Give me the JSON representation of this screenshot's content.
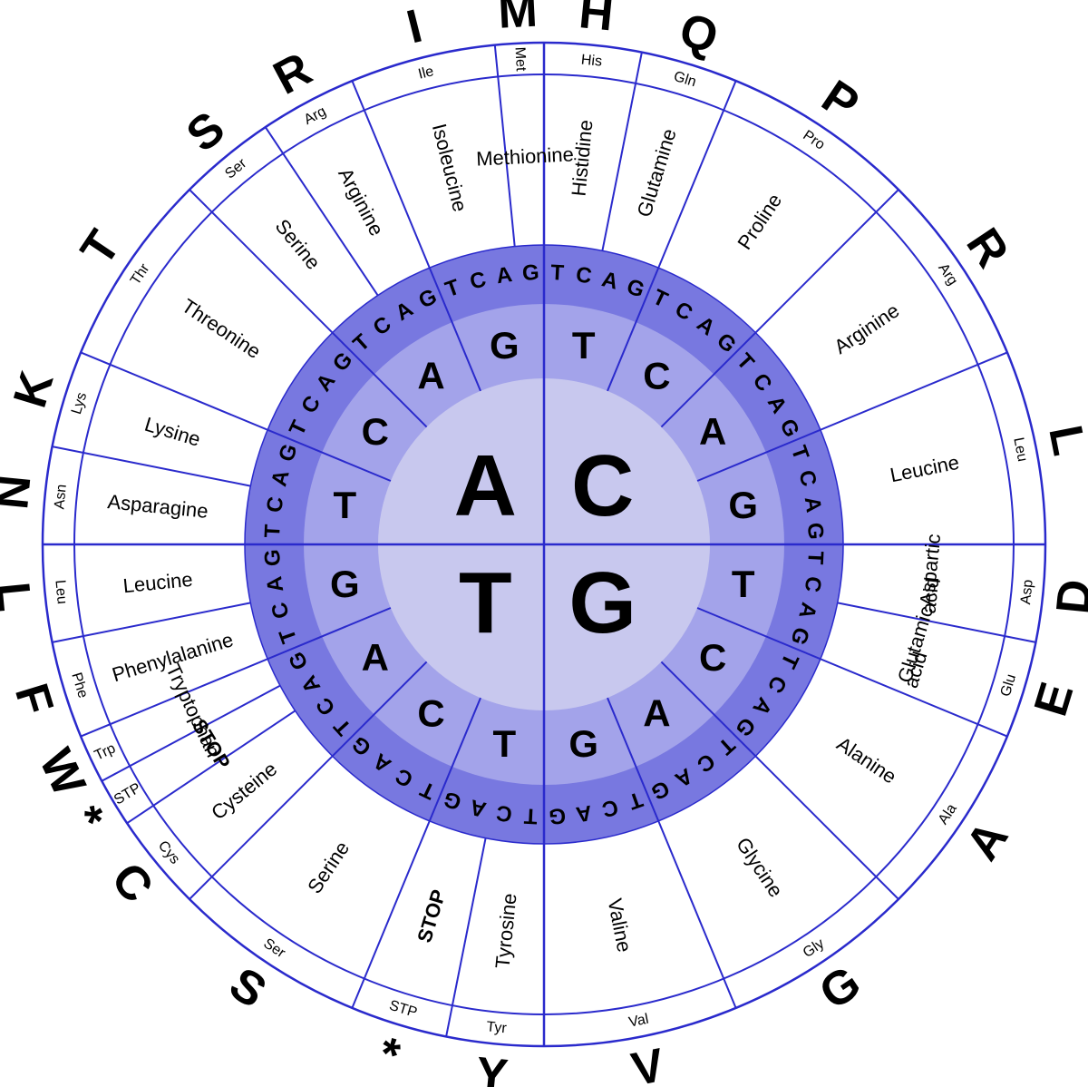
{
  "colors": {
    "line": "#2a2acc",
    "ring_third": "#7878e0",
    "ring_second": "#a3a3ea",
    "ring_first": "#c8c8ee",
    "text": "#000000"
  },
  "first_bases": [
    "C",
    "G",
    "T",
    "A"
  ],
  "second_order": [
    "T",
    "C",
    "A",
    "G"
  ],
  "third_order": [
    "T",
    "C",
    "A",
    "G"
  ],
  "sectors": [
    {
      "name": "Histidine",
      "abbr": "His",
      "letter": "H",
      "codons": 2
    },
    {
      "name": "Glutamine",
      "abbr": "Gln",
      "letter": "Q",
      "codons": 2
    },
    {
      "name": "Proline",
      "abbr": "Pro",
      "letter": "P",
      "codons": 4
    },
    {
      "name": "Arginine",
      "abbr": "Arg",
      "letter": "R",
      "codons": 4
    },
    {
      "name": "Leucine",
      "abbr": "Leu",
      "letter": "L",
      "codons": 4
    },
    {
      "name": "Aspartic acid",
      "abbr": "Asp",
      "letter": "D",
      "codons": 2
    },
    {
      "name": "Glutamic acid",
      "abbr": "Glu",
      "letter": "E",
      "codons": 2
    },
    {
      "name": "Alanine",
      "abbr": "Ala",
      "letter": "A",
      "codons": 4
    },
    {
      "name": "Glycine",
      "abbr": "Gly",
      "letter": "G",
      "codons": 4
    },
    {
      "name": "Valine",
      "abbr": "Val",
      "letter": "V",
      "codons": 4
    },
    {
      "name": "Tyrosine",
      "abbr": "Tyr",
      "letter": "Y",
      "codons": 2
    },
    {
      "name": "STOP",
      "abbr": "STP",
      "letter": "*",
      "codons": 2,
      "stop": true
    },
    {
      "name": "Serine",
      "abbr": "Ser",
      "letter": "S",
      "codons": 4
    },
    {
      "name": "Cysteine",
      "abbr": "Cys",
      "letter": "C",
      "codons": 2
    },
    {
      "name": "STOP",
      "abbr": "STP",
      "letter": "*",
      "codons": 1,
      "stop": true
    },
    {
      "name": "Tryptophan",
      "abbr": "Trp",
      "letter": "W",
      "codons": 1
    },
    {
      "name": "Phenylalanine",
      "abbr": "Phe",
      "letter": "F",
      "codons": 2
    },
    {
      "name": "Leucine",
      "abbr": "Leu",
      "letter": "L",
      "codons": 2
    },
    {
      "name": "Asparagine",
      "abbr": "Asn",
      "letter": "N",
      "codons": 2
    },
    {
      "name": "Lysine",
      "abbr": "Lys",
      "letter": "K",
      "codons": 2
    },
    {
      "name": "Threonine",
      "abbr": "Thr",
      "letter": "T",
      "codons": 4
    },
    {
      "name": "Serine",
      "abbr": "Ser",
      "letter": "S",
      "codons": 2
    },
    {
      "name": "Arginine",
      "abbr": "Arg",
      "letter": "R",
      "codons": 2
    },
    {
      "name": "Isoleucine",
      "abbr": "Ile",
      "letter": "I",
      "codons": 3
    },
    {
      "name": "Methionine",
      "abbr": "Met",
      "letter": "M",
      "codons": 1
    }
  ]
}
